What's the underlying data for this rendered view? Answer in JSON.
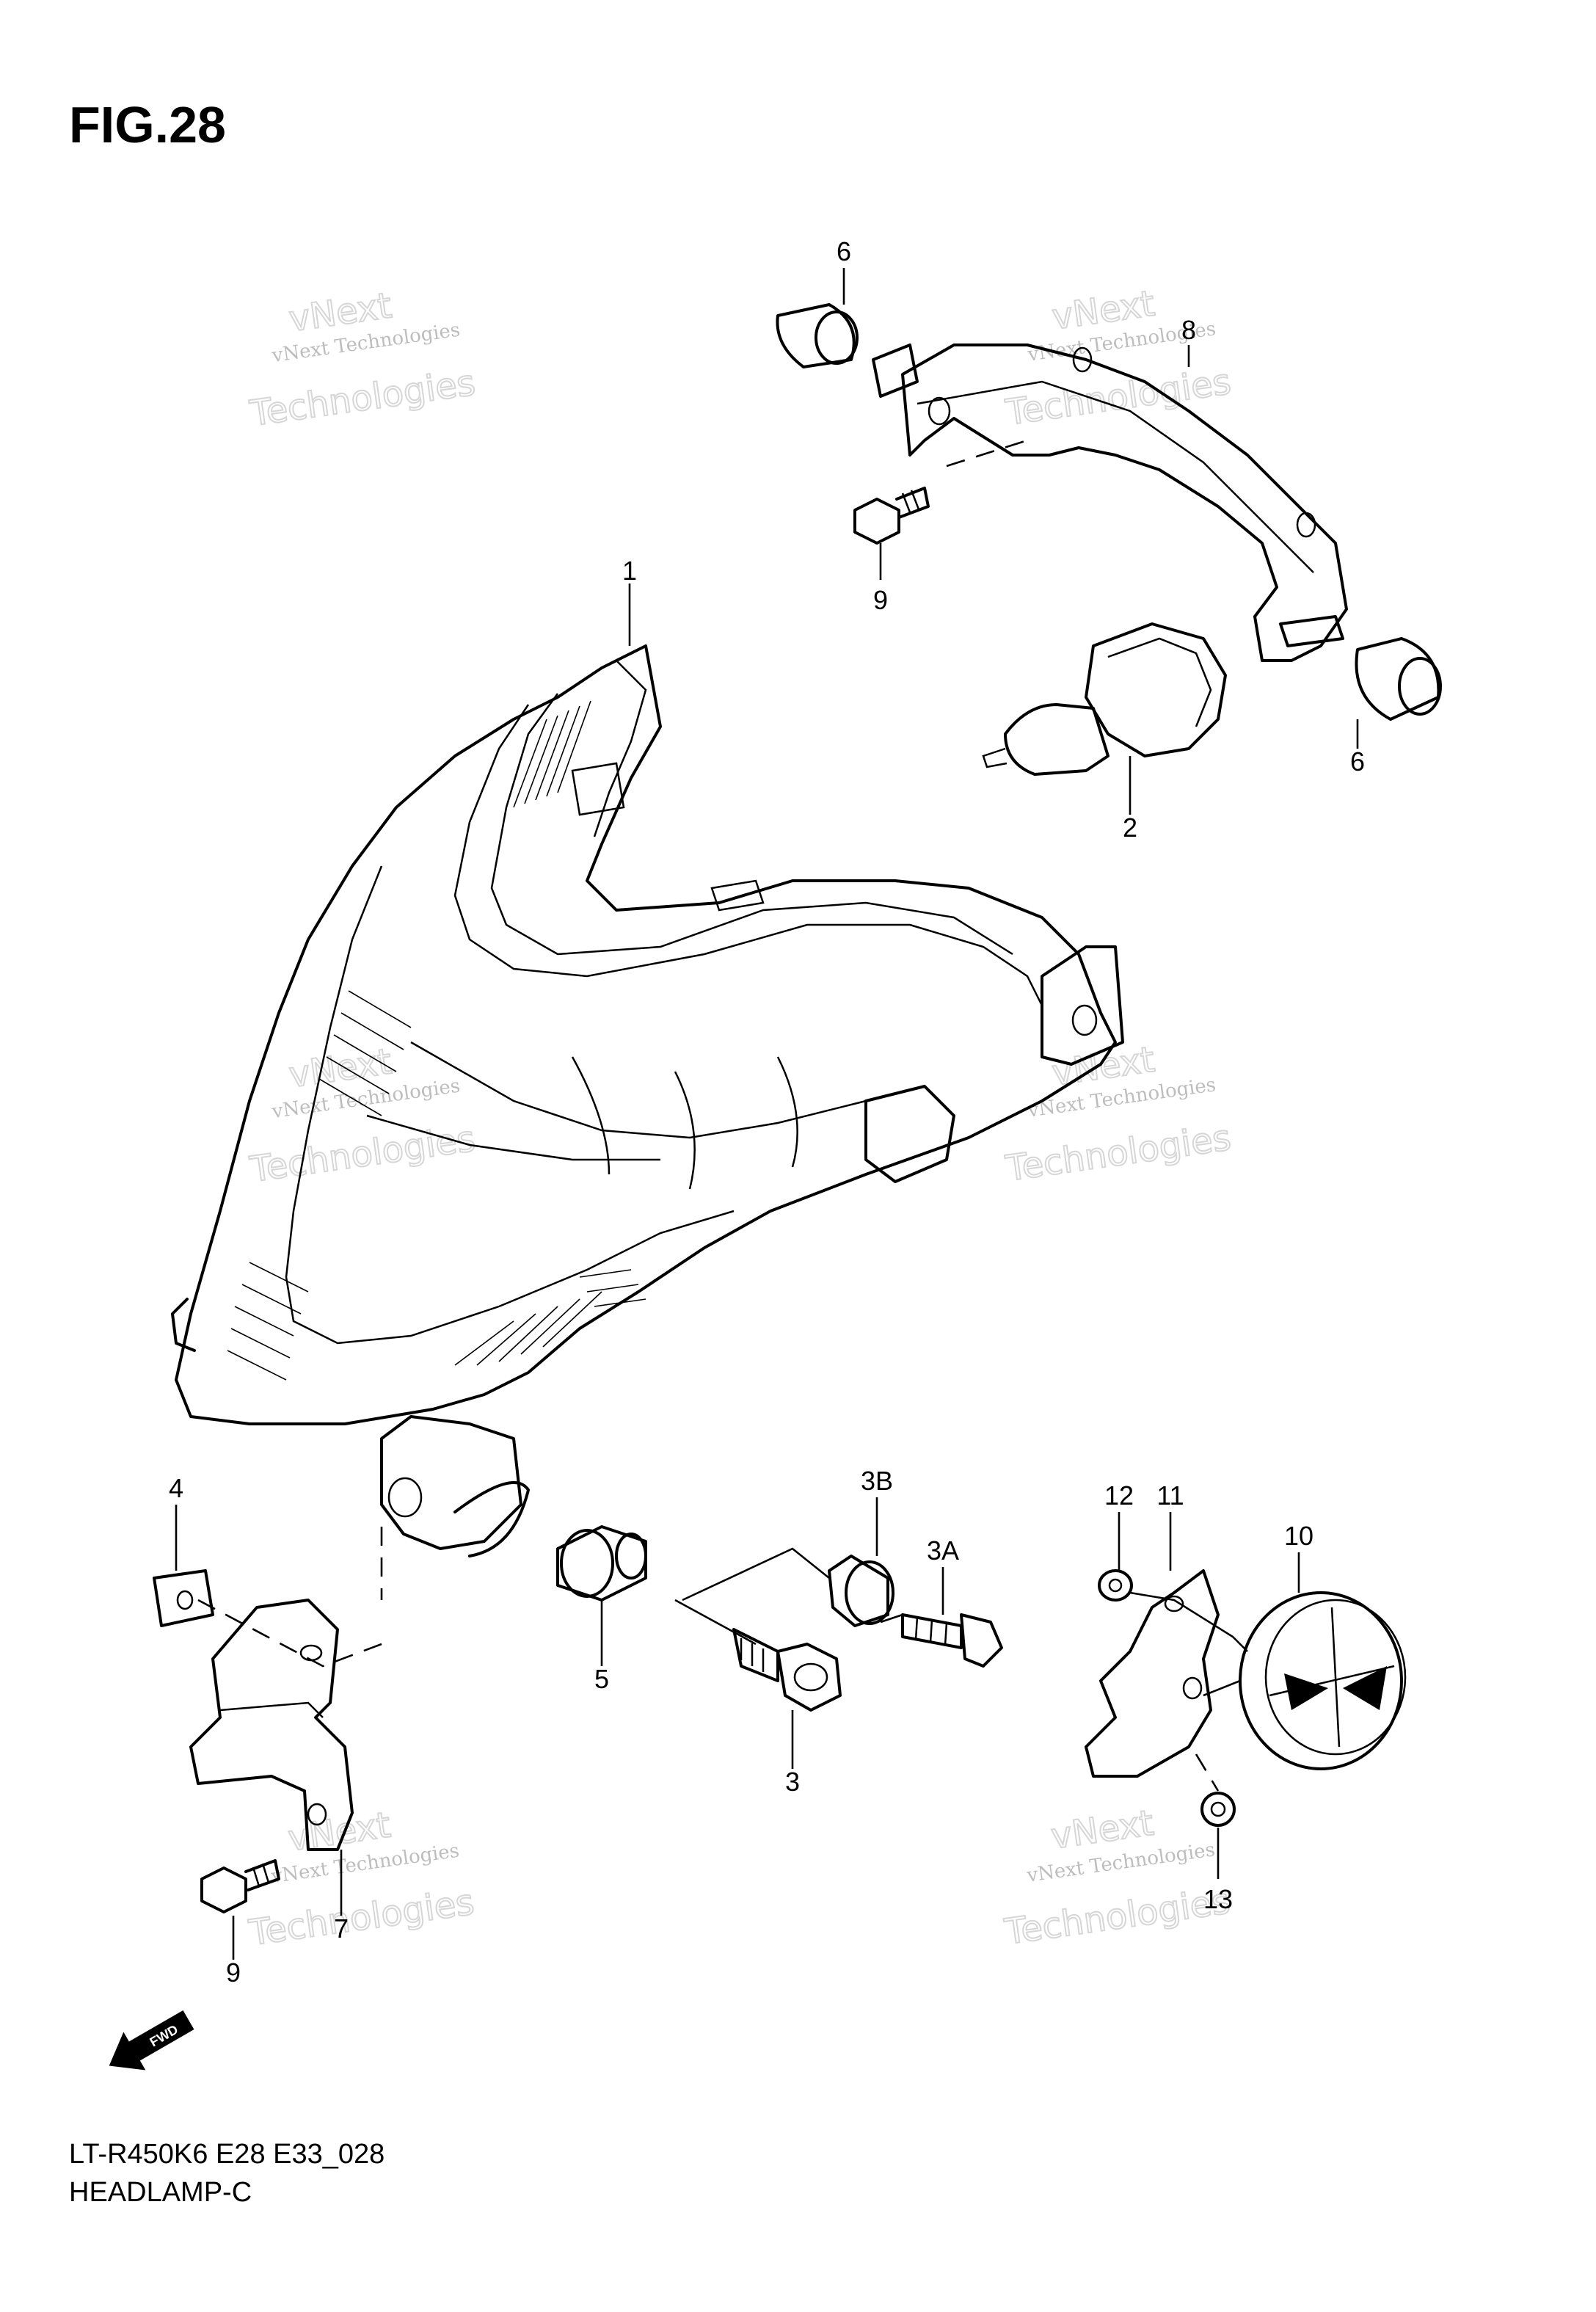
{
  "figure": {
    "title": "FIG.28"
  },
  "footer": {
    "model_code": "LT-R450K6 E28 E33_028",
    "section_name": "HEADLAMP-C"
  },
  "fwd_label": "FWD",
  "watermark": {
    "line1": "vNext Technologies",
    "line2": "vNext",
    "line3": "Technologies"
  },
  "callouts": {
    "c1": "1",
    "c2": "2",
    "c3": "3",
    "c3a": "3A",
    "c3b": "3B",
    "c4": "4",
    "c5": "5",
    "c6a": "6",
    "c6b": "6",
    "c7": "7",
    "c8": "8",
    "c9a": "9",
    "c9b": "9",
    "c10": "10",
    "c11": "11",
    "c12": "12",
    "c13": "13"
  }
}
